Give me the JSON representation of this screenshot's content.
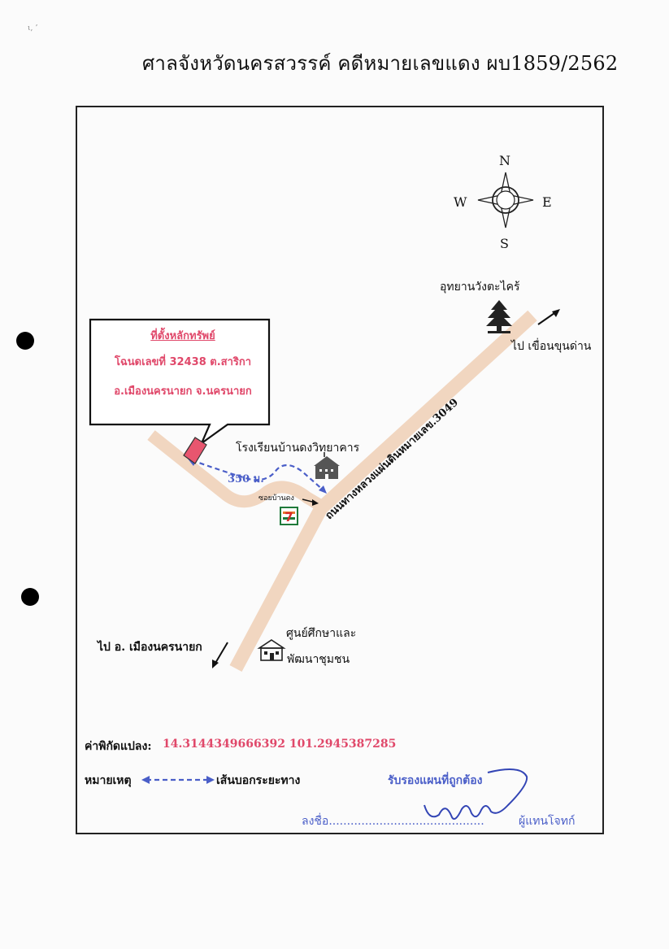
{
  "header": {
    "title": "ศาลจังหวัดนครสวรรค์ คดีหมายเลขแดง ผบ1859/2562",
    "corner_mark": "ι, ʼ"
  },
  "compass": {
    "n": "N",
    "s": "S",
    "e": "E",
    "w": "W"
  },
  "callout": {
    "title": "ที่ตั้งหลักทรัพย์",
    "line1": "โฉนดเลขที่ 32438 ต.สาริกา",
    "line2": "อ.เมืองนครนายก  จ.นครนายก"
  },
  "places": {
    "park": "อุทยานวังตะไคร้",
    "dam_direction": "ไป เขื่อนขุนด่าน",
    "school": "โรงเรียนบ้านดงวิทยาคาร",
    "soi": "ซอยบ้านดง",
    "road": "ถนนทางหลวงแผ่นดินหมายเลข.3049",
    "distance": "350 ม.",
    "town_direction": "ไป อ. เมืองนครนายก",
    "center_line1": "ศูนย์ศึกษาและ",
    "center_line2": "พัฒนาชุมชน"
  },
  "coordinates": {
    "label": "ค่าพิกัดแปลง:",
    "value": "14.3144349666392 101.2945387285"
  },
  "legend": {
    "label": "หมายเหตุ",
    "text": "เส้นบอกระยะทาง"
  },
  "certification": {
    "certified": "รับรองแผนที่ถูกต้อง",
    "sign_label": "ลงชื่อ...........................................",
    "role": "ผู้แทนโจทก์"
  },
  "colors": {
    "road": "#f1d6c0",
    "pink_text": "#e0486a",
    "blue_text": "#4a5ec8",
    "marker": "#e8566f"
  },
  "icons": [
    "compass-rose-icon",
    "tree-icon",
    "school-icon",
    "seven-eleven-icon",
    "community-center-icon",
    "property-marker-icon"
  ]
}
